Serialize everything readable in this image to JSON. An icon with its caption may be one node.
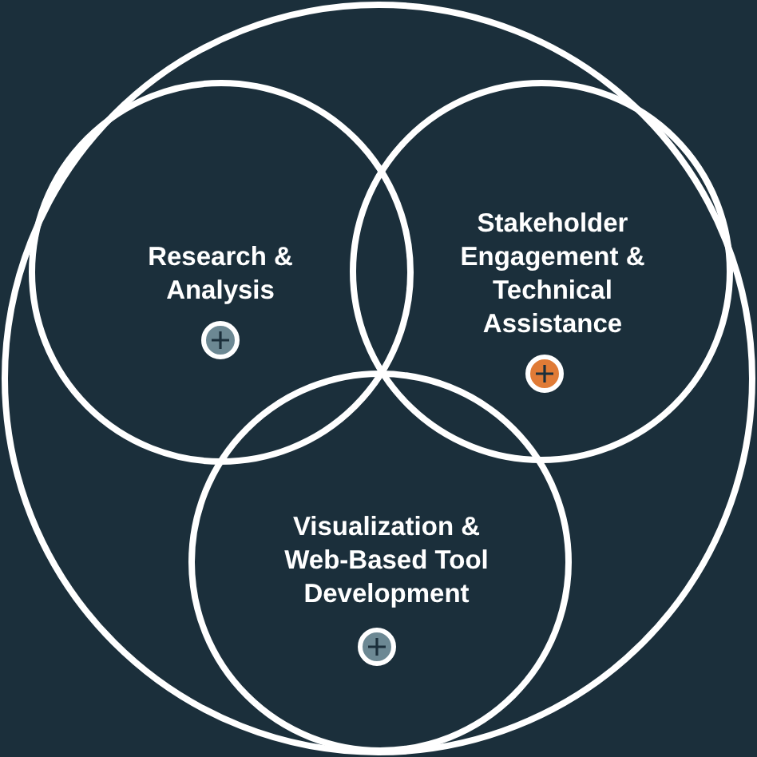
{
  "diagram": {
    "nodes": [
      {
        "text": [],
        "shape": "circle"
      },
      {
        "text": [
          "Research & Analysis"
        ],
        "in": 0
      },
      {
        "text": [
          "Stakeholder Engagement & Technical Assistance"
        ],
        "in": 0
      },
      {
        "text": [
          "Visualization & Web-Based Tool Development"
        ],
        "in": 0
      }
    ]
  }
}
